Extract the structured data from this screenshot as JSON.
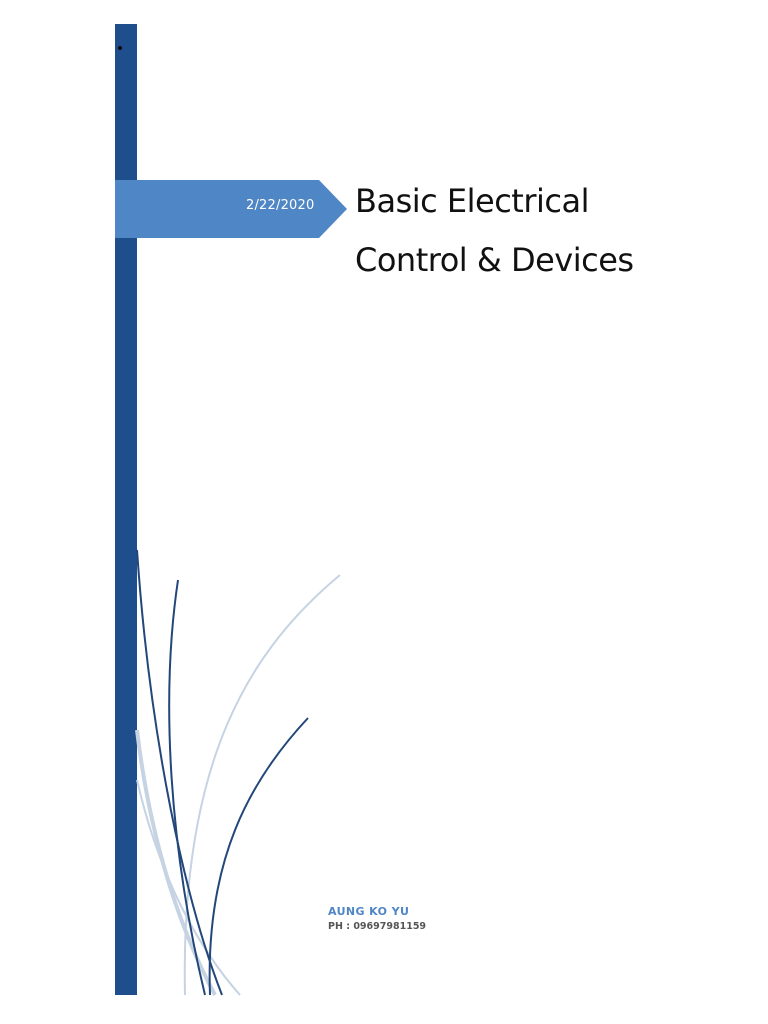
{
  "cover": {
    "date": "2/22/2020",
    "title_line_1": "Basic Electrical",
    "title_line_2": "Control & Devices",
    "author_name": "AUNG KO YU",
    "author_phone": "PH : 09697981159"
  },
  "colors": {
    "bar": "#1f4e8c",
    "ribbon": "#4f86c6",
    "author_name": "#4f86c6",
    "author_phone": "#555555",
    "swoosh_dark": "#23477a",
    "swoosh_light": "#c6d3e3"
  }
}
